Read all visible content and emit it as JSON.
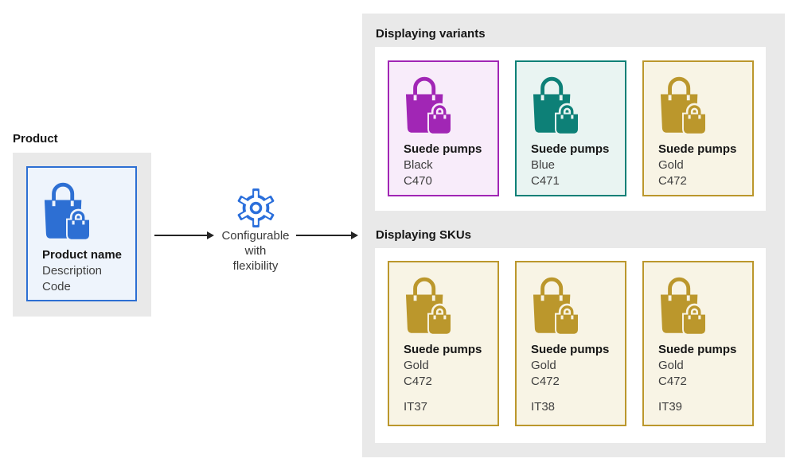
{
  "colors": {
    "blue": {
      "main": "#2d6fd3",
      "bg": "#eef4fc"
    },
    "purple": {
      "main": "#a126b5",
      "bg": "#f8ecfa"
    },
    "teal": {
      "main": "#0d8077",
      "bg": "#e9f4f2"
    },
    "gold": {
      "main": "#bb972c",
      "bg": "#f8f4e5"
    },
    "panel_gray": "#e9e9e9",
    "arrow_black": "#242424",
    "heading_text": "#161616",
    "secondary_text": "#3f3f3f",
    "gear_blue": "#2b6fdb"
  },
  "icons": {
    "card_icon": "shopping-bags-icon",
    "connector_icon": "gear-icon"
  },
  "product": {
    "section_label": "Product",
    "card": {
      "theme": "blue",
      "title": "Product name",
      "lines": [
        "Description",
        "Code"
      ]
    }
  },
  "connector": {
    "label_lines": [
      "Configurable",
      "with",
      "flexibility"
    ]
  },
  "variants": {
    "title": "Displaying variants",
    "cards": [
      {
        "theme": "purple",
        "title": "Suede pumps",
        "lines": [
          "Black",
          "C470"
        ]
      },
      {
        "theme": "teal",
        "title": "Suede pumps",
        "lines": [
          "Blue",
          "C471"
        ]
      },
      {
        "theme": "gold",
        "title": "Suede pumps",
        "lines": [
          "Gold",
          "C472"
        ]
      }
    ]
  },
  "skus": {
    "title": "Displaying SKUs",
    "cards": [
      {
        "theme": "gold",
        "title": "Suede pumps",
        "lines": [
          "Gold",
          "C472"
        ],
        "sku": "IT37"
      },
      {
        "theme": "gold",
        "title": "Suede pumps",
        "lines": [
          "Gold",
          "C472"
        ],
        "sku": "IT38"
      },
      {
        "theme": "gold",
        "title": "Suede pumps",
        "lines": [
          "Gold",
          "C472"
        ],
        "sku": "IT39"
      }
    ]
  }
}
